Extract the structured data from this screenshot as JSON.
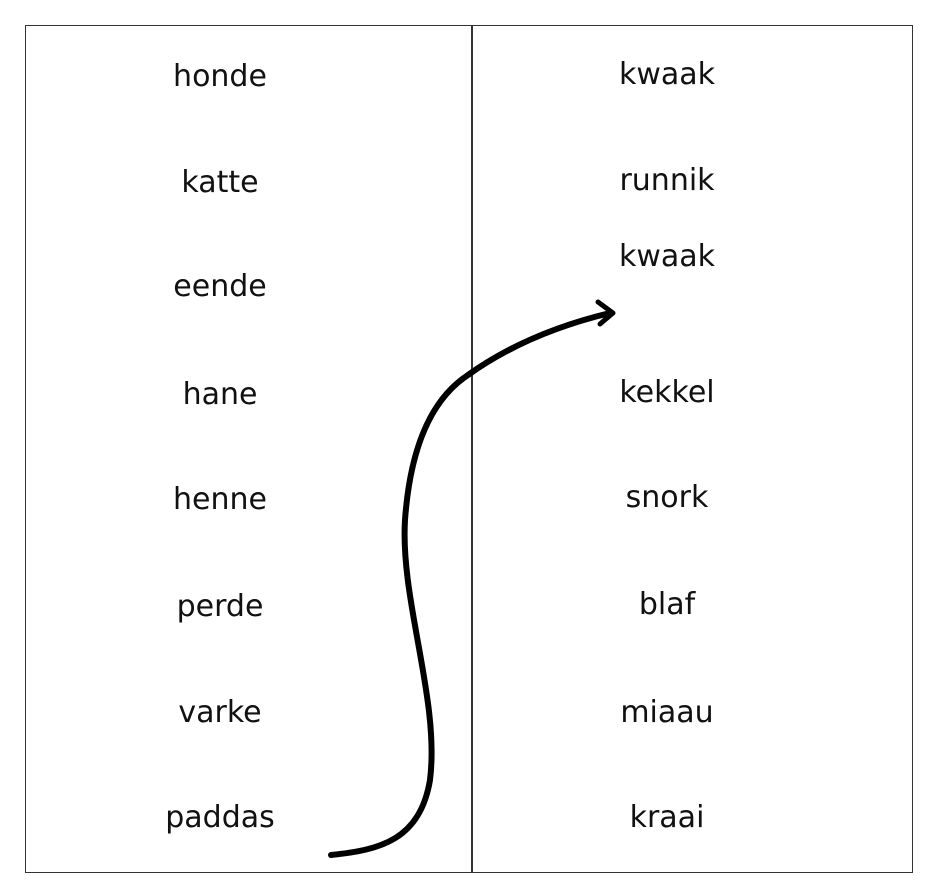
{
  "left_column": {
    "words": [
      "honde",
      "katte",
      "eende",
      "hane",
      "henne",
      "perde",
      "varke",
      "paddas"
    ]
  },
  "right_column": {
    "words": [
      "kwaak",
      "runnik",
      "kwaak",
      "kekkel",
      "snork",
      "blaf",
      "miaau",
      "kraai"
    ]
  },
  "colors": {
    "ink": "#111111",
    "border": "#333333",
    "arrow": "#000000"
  },
  "annotation": {
    "type": "drawn-arrow",
    "from": "paddas",
    "to": "kwaak"
  }
}
